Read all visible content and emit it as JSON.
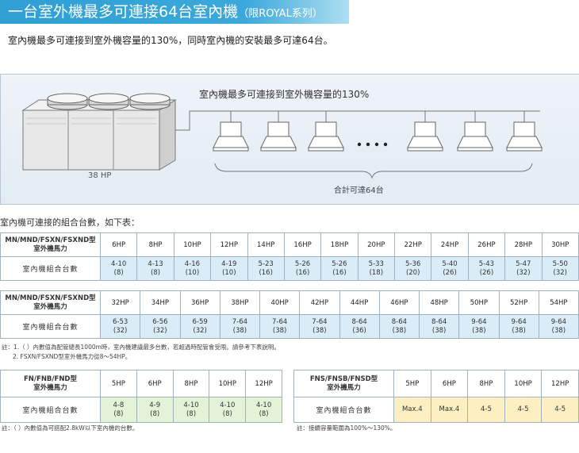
{
  "header": {
    "title": "一台室外機最多可連接64台室內機",
    "subtitle": "（限ROYAL系列）",
    "intro": "室內機最多可連接到室外機容量的130%，同時室內機的安裝最多可達64台。"
  },
  "diagram": {
    "title": "室內機最多可連接到室外機容量的130%",
    "outdoor_label": "38 HP",
    "total_label": "合計可達64台",
    "ellipsis": "• • • •"
  },
  "caption": "室內機可連接的組合台數，如下表：",
  "table1": {
    "model": "MN/MND/FSXN/FSXND型",
    "model_sub": "室外機馬力",
    "row_label": "室內機組合台數",
    "cols": [
      {
        "hp": "6HP",
        "range": "4-10",
        "cnt": "(8)"
      },
      {
        "hp": "8HP",
        "range": "4-13",
        "cnt": "(8)"
      },
      {
        "hp": "10HP",
        "range": "4-16",
        "cnt": "(10)"
      },
      {
        "hp": "12HP",
        "range": "4-19",
        "cnt": "(10)"
      },
      {
        "hp": "14HP",
        "range": "5-23",
        "cnt": "(16)"
      },
      {
        "hp": "16HP",
        "range": "5-26",
        "cnt": "(16)"
      },
      {
        "hp": "18HP",
        "range": "5-26",
        "cnt": "(16)"
      },
      {
        "hp": "20HP",
        "range": "5-33",
        "cnt": "(18)"
      },
      {
        "hp": "22HP",
        "range": "5-36",
        "cnt": "(20)"
      },
      {
        "hp": "24HP",
        "range": "5-40",
        "cnt": "(26)"
      },
      {
        "hp": "26HP",
        "range": "5-43",
        "cnt": "(26)"
      },
      {
        "hp": "28HP",
        "range": "5-47",
        "cnt": "(32)"
      },
      {
        "hp": "30HP",
        "range": "5-50",
        "cnt": "(32)"
      }
    ]
  },
  "table2": {
    "model": "MN/MND/FSXN/FSXND型",
    "model_sub": "室外機馬力",
    "row_label": "室內機組合台數",
    "cols": [
      {
        "hp": "32HP",
        "range": "6-53",
        "cnt": "(32)"
      },
      {
        "hp": "34HP",
        "range": "6-56",
        "cnt": "(32)"
      },
      {
        "hp": "36HP",
        "range": "6-59",
        "cnt": "(32)"
      },
      {
        "hp": "38HP",
        "range": "7-64",
        "cnt": "(38)"
      },
      {
        "hp": "40HP",
        "range": "7-64",
        "cnt": "(38)"
      },
      {
        "hp": "42HP",
        "range": "7-64",
        "cnt": "(38)"
      },
      {
        "hp": "44HP",
        "range": "8-64",
        "cnt": "(36)"
      },
      {
        "hp": "46HP",
        "range": "8-64",
        "cnt": "(38)"
      },
      {
        "hp": "48HP",
        "range": "8-64",
        "cnt": "(38)"
      },
      {
        "hp": "50HP",
        "range": "9-64",
        "cnt": "(38)"
      },
      {
        "hp": "52HP",
        "range": "9-64",
        "cnt": "(38)"
      },
      {
        "hp": "54HP",
        "range": "9-64",
        "cnt": "(38)"
      }
    ]
  },
  "notes_main": [
    "註：1.（ ）內數值為配管總長1000m時，室內機建議最多台數，若超過時配管會受限。請參考下表說明。",
    "2. FSXN/FSXND型室外機馬力從8～54HP。"
  ],
  "table3": {
    "model": "FN/FNB/FND型",
    "model_sub": "室外機馬力",
    "row_label": "室內機組合台數",
    "cols": [
      {
        "hp": "5HP",
        "range": "4-8",
        "cnt": "(8)"
      },
      {
        "hp": "6HP",
        "range": "4-9",
        "cnt": "(8)"
      },
      {
        "hp": "8HP",
        "range": "4-10",
        "cnt": "(8)"
      },
      {
        "hp": "10HP",
        "range": "4-10",
        "cnt": "(8)"
      },
      {
        "hp": "12HP",
        "range": "4-10",
        "cnt": "(8)"
      }
    ],
    "note": "註：（ ）內數值為可搭配2.8kW以下室內機的台數。"
  },
  "table4": {
    "model": "FNS/FNSB/FNSD型",
    "model_sub": "室外機馬力",
    "row_label": "室內機組合台數",
    "cols": [
      {
        "hp": "5HP",
        "value": "Max.4"
      },
      {
        "hp": "6HP",
        "value": "Max.4"
      },
      {
        "hp": "8HP",
        "value": "4-5"
      },
      {
        "hp": "10HP",
        "value": "4-5"
      },
      {
        "hp": "12HP",
        "value": "4-5"
      }
    ],
    "note": "註：接續容量範圍為100%～130%。"
  },
  "colors": {
    "title_bar": "#3aa8da",
    "blue_cell": "#d9ecf7",
    "green_cell": "#e4f3d8",
    "yellow_cell": "#fcf0c2",
    "border": "#9fb0c0"
  },
  "icons": [
    "outdoor-unit-icon",
    "cassette-indoor-unit-icon"
  ]
}
